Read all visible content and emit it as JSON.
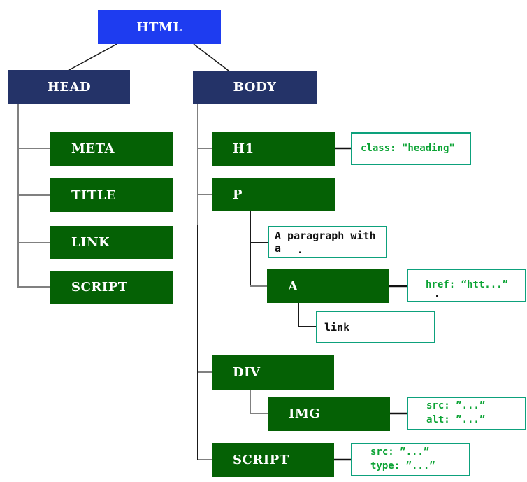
{
  "diagram": {
    "nodes": {
      "html": "HTML",
      "head": "HEAD",
      "body": "BODY",
      "meta": "META",
      "title": "TITLE",
      "link": "LINK",
      "head_script": "SCRIPT",
      "h1": "H1",
      "p": "P",
      "a": "A",
      "div": "DIV",
      "img": "IMG",
      "body_script": "SCRIPT"
    },
    "attributes": {
      "h1_class": "class: \"heading\"",
      "a_href": "href: “htt...”",
      "a_href_wrap": ".",
      "img_src": "src: ”...”",
      "img_alt": "alt: ”...”",
      "script_src": "src: ”...”",
      "script_type": "type: ”...”"
    },
    "text_nodes": {
      "p_text": "A paragraph with a",
      "p_text_wrap": ".",
      "a_text": "link"
    },
    "colors": {
      "root_blue": "#1e3cf0",
      "section_navy": "#243368",
      "element_green": "#056105",
      "annotation_border": "#0da17c",
      "annotation_text": "#0ba334"
    }
  }
}
